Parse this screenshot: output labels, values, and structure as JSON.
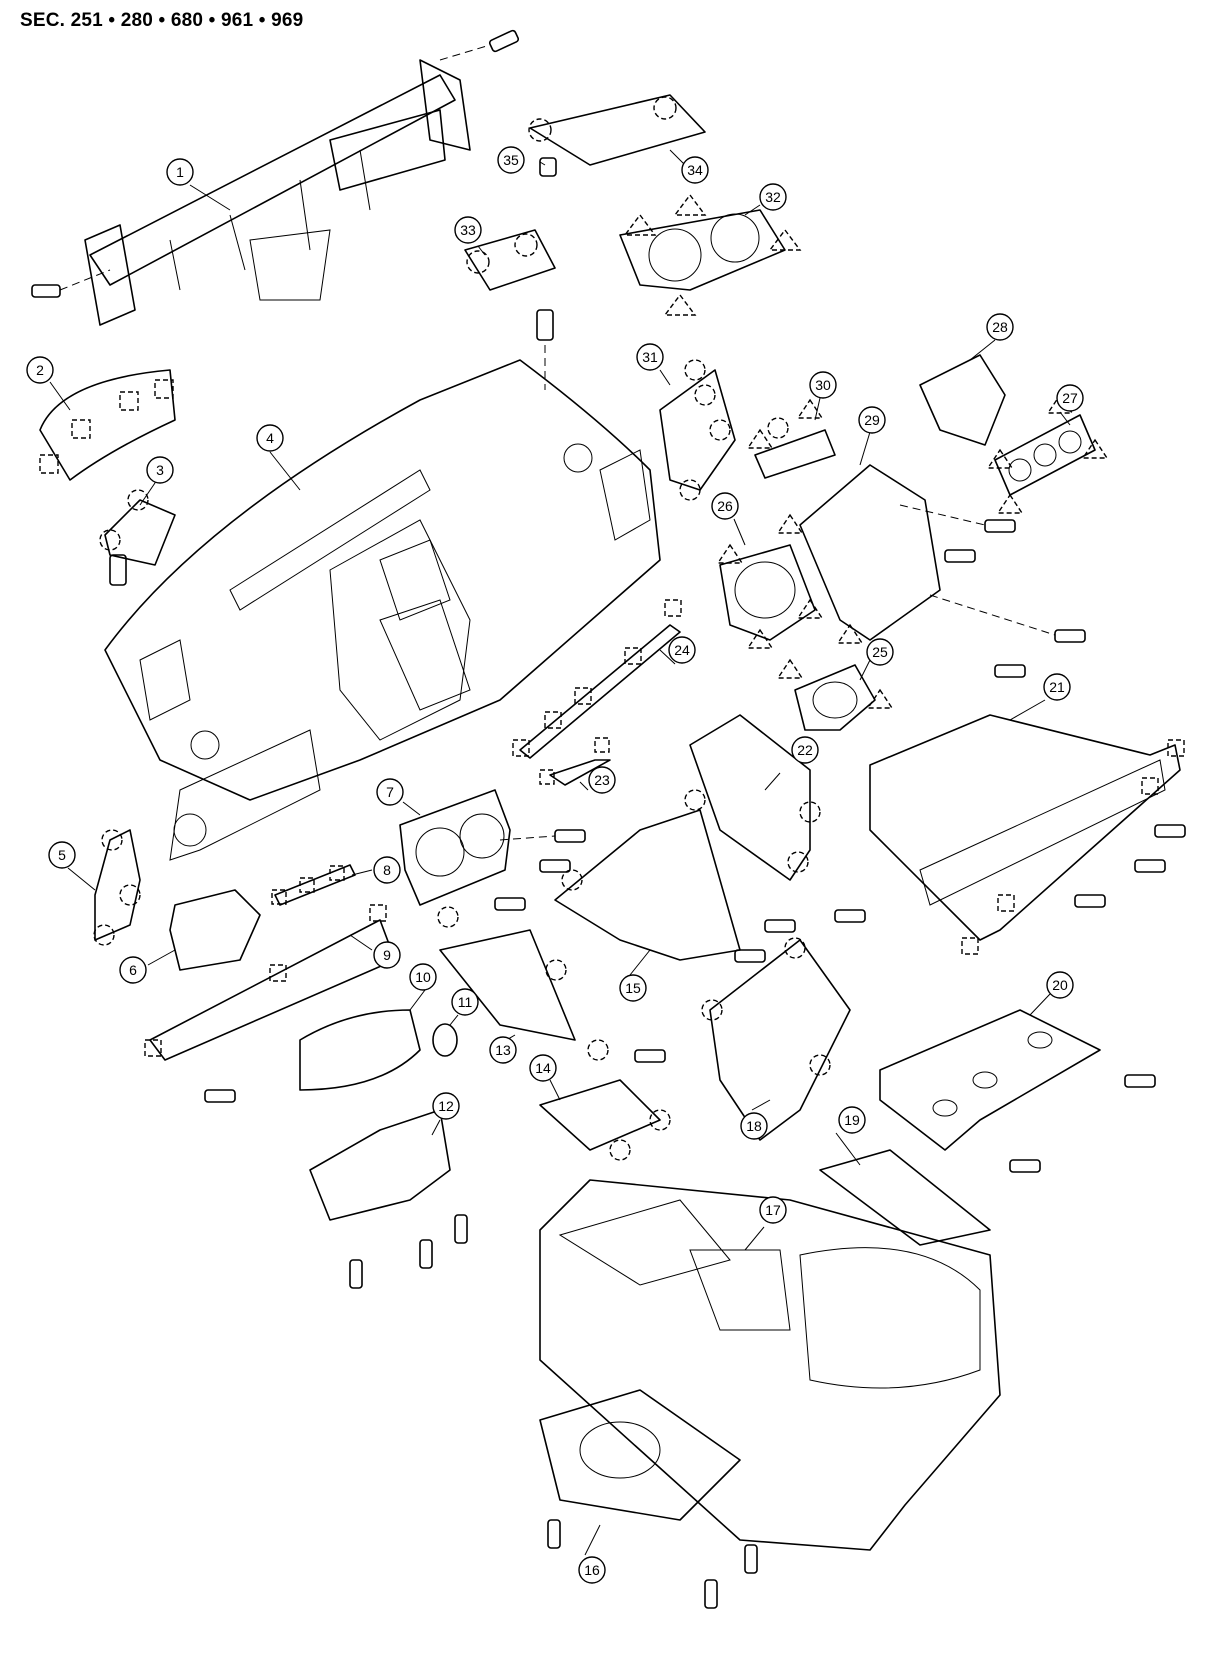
{
  "header": {
    "title": "SEC. 251 • 280 • 680 • 961 • 969"
  },
  "callouts": [
    "1",
    "2",
    "3",
    "4",
    "5",
    "6",
    "7",
    "8",
    "9",
    "10",
    "11",
    "12",
    "13",
    "14",
    "15",
    "16",
    "17",
    "18",
    "19",
    "20",
    "21",
    "22",
    "23",
    "24",
    "25",
    "26",
    "27",
    "28",
    "29",
    "30",
    "31",
    "32",
    "33",
    "34",
    "35"
  ]
}
